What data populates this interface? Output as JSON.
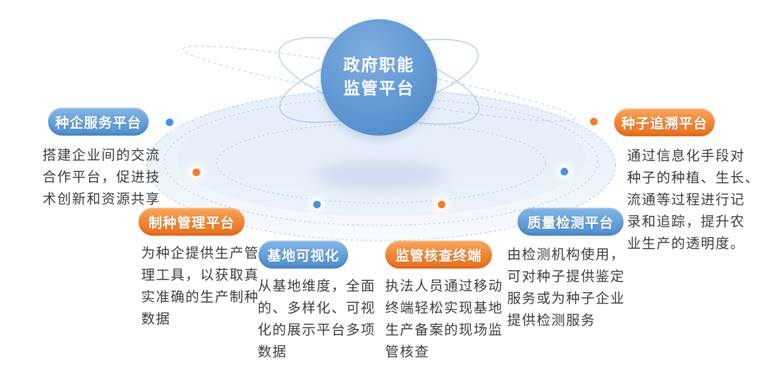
{
  "center_platform": {
    "title_lines": [
      "政府职能",
      "监管平台"
    ]
  },
  "platforms": [
    {
      "label": "种企服务平台",
      "accent": "blue",
      "description_lines": [
        "搭建企业间的交流",
        "合作平台，促进技",
        "术创新和资源共享"
      ]
    },
    {
      "label": "制种管理平台",
      "accent": "orange",
      "description_lines": [
        "为种企提供生产管",
        "理工具，以获取真",
        "实准确的生产制种",
        "数据"
      ]
    },
    {
      "label": "基地可视化",
      "accent": "blue",
      "description_lines": [
        "从基地维度，全面",
        "的、多样化、可视",
        "化的展示平台多项",
        "数据"
      ]
    },
    {
      "label": "监管核查终端",
      "accent": "orange",
      "description_lines": [
        "执法人员通过移动",
        "终端轻松实现基地",
        "生产备案的现场监",
        "管核查"
      ]
    },
    {
      "label": "质量检测平台",
      "accent": "blue",
      "description_lines": [
        "由检测机构使用，",
        "可对种子提供鉴定",
        "服务或为种子企业",
        "提供检测服务"
      ]
    },
    {
      "label": "种子追溯平台",
      "accent": "orange",
      "description_lines": [
        "通过信息化手段对",
        "种子的种植、生长、",
        "流通等过程进行记",
        "录和追踪，提升农",
        "业生产的透明度。"
      ]
    }
  ],
  "colors": {
    "blue_accent": "#5190d0",
    "orange_accent": "#ec7120",
    "sphere_blue": "#6098d3",
    "ring_line": "#a4c2e4",
    "blue_dot": "#4792db",
    "orange_dot": "#f07c2b",
    "description_text": "#3c3c3c"
  }
}
